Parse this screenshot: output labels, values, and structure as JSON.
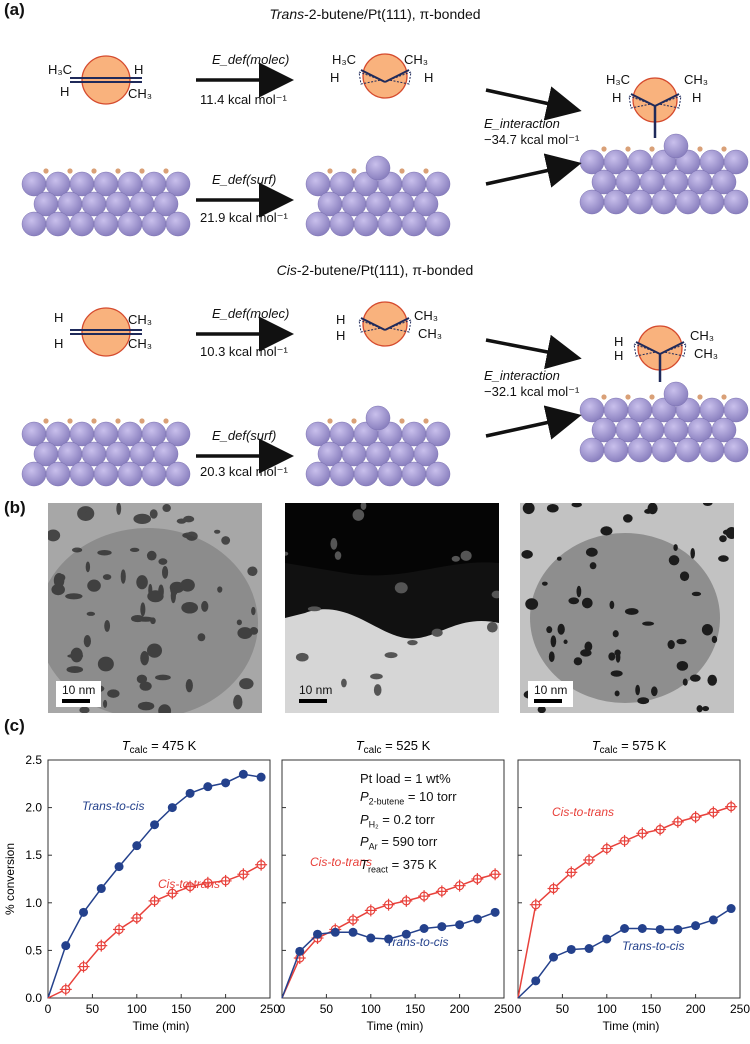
{
  "panel_a": {
    "label": "(a)",
    "trans_title_italic": "Trans",
    "trans_title_rest": "-2-butene/Pt(111), π-bonded",
    "cis_title_italic": "Cis",
    "cis_title_rest": "-2-butene/Pt(111), π-bonded",
    "edef_molec": "E_def(molec)",
    "edef_surf": "E_def(surf)",
    "einteraction": "E_interaction",
    "trans_molec_energy": "11.4 kcal mol⁻¹",
    "trans_surf_energy": "21.9 kcal mol⁻¹",
    "trans_interaction_energy": "−34.7 kcal mol⁻¹",
    "cis_molec_energy": "10.3 kcal mol⁻¹",
    "cis_surf_energy": "20.3 kcal mol⁻¹",
    "cis_interaction_energy": "−32.1 kcal mol⁻¹",
    "atoms": {
      "h3c": "H₃C",
      "ch3": "CH₃",
      "h": "H"
    }
  },
  "panel_b": {
    "label": "(b)",
    "scale_text": "10 nm"
  },
  "panel_c": {
    "label": "(c)",
    "conditions": [
      "Pt load = 1 wt%",
      "P₂₋ᵇᵘᵗᵉⁿᵉ = 10 torr",
      "P_H2 = 0.2 torr",
      "P_Ar = 590 torr",
      "T_react = 375 K"
    ]
  },
  "chart_data": [
    {
      "type": "line",
      "title": "T_calc = 475 K",
      "xlabel": "Time (min)",
      "ylabel": "% conversion",
      "xlim": [
        0,
        250
      ],
      "ylim": [
        0,
        2.5
      ],
      "xticks": [
        0,
        50,
        100,
        150,
        200,
        250
      ],
      "yticks": [
        0,
        0.5,
        1.0,
        1.5,
        2.0,
        2.5
      ],
      "series": [
        {
          "name": "Trans-to-cis",
          "color": "#24418c",
          "marker": "circle",
          "x": [
            0,
            20,
            40,
            60,
            80,
            100,
            120,
            140,
            160,
            180,
            200,
            220,
            240
          ],
          "y": [
            0,
            0.55,
            0.9,
            1.15,
            1.38,
            1.6,
            1.82,
            2.0,
            2.15,
            2.22,
            2.26,
            2.35,
            2.32
          ]
        },
        {
          "name": "Cis-to-trans",
          "color": "#e8413b",
          "marker": "cross",
          "x": [
            0,
            20,
            40,
            60,
            80,
            100,
            120,
            140,
            160,
            180,
            200,
            220,
            240
          ],
          "y": [
            0,
            0.09,
            0.33,
            0.55,
            0.72,
            0.84,
            1.02,
            1.1,
            1.17,
            1.21,
            1.23,
            1.3,
            1.4
          ]
        }
      ]
    },
    {
      "type": "line",
      "title": "T_calc = 525 K",
      "xlabel": "Time (min)",
      "xlim": [
        0,
        250
      ],
      "ylim": [
        0,
        2.5
      ],
      "xticks": [
        0,
        50,
        100,
        150,
        200,
        250
      ],
      "series": [
        {
          "name": "Cis-to-trans",
          "color": "#e8413b",
          "marker": "cross",
          "x": [
            0,
            20,
            40,
            60,
            80,
            100,
            120,
            140,
            160,
            180,
            200,
            220,
            240
          ],
          "y": [
            0,
            0.42,
            0.63,
            0.72,
            0.82,
            0.92,
            0.98,
            1.02,
            1.07,
            1.12,
            1.18,
            1.25,
            1.3
          ]
        },
        {
          "name": "Trans-to-cis",
          "color": "#24418c",
          "marker": "circle",
          "x": [
            0,
            20,
            40,
            60,
            80,
            100,
            120,
            140,
            160,
            180,
            200,
            220,
            240
          ],
          "y": [
            0,
            0.49,
            0.67,
            0.69,
            0.69,
            0.63,
            0.62,
            0.67,
            0.73,
            0.75,
            0.77,
            0.83,
            0.9
          ]
        }
      ]
    },
    {
      "type": "line",
      "title": "T_calc = 575 K",
      "xlabel": "Time (min)",
      "xlim": [
        0,
        250
      ],
      "ylim": [
        0,
        2.5
      ],
      "xticks": [
        0,
        50,
        100,
        150,
        200,
        250
      ],
      "series": [
        {
          "name": "Cis-to-trans",
          "color": "#e8413b",
          "marker": "cross",
          "x": [
            0,
            20,
            40,
            60,
            80,
            100,
            120,
            140,
            160,
            180,
            200,
            220,
            240
          ],
          "y": [
            0,
            0.98,
            1.15,
            1.32,
            1.45,
            1.57,
            1.65,
            1.73,
            1.77,
            1.85,
            1.9,
            1.95,
            2.01
          ]
        },
        {
          "name": "Trans-to-cis",
          "color": "#24418c",
          "marker": "circle",
          "x": [
            0,
            20,
            40,
            60,
            80,
            100,
            120,
            140,
            160,
            180,
            200,
            220,
            240
          ],
          "y": [
            0,
            0.18,
            0.43,
            0.51,
            0.52,
            0.62,
            0.73,
            0.73,
            0.72,
            0.72,
            0.76,
            0.82,
            0.94
          ]
        }
      ]
    }
  ]
}
